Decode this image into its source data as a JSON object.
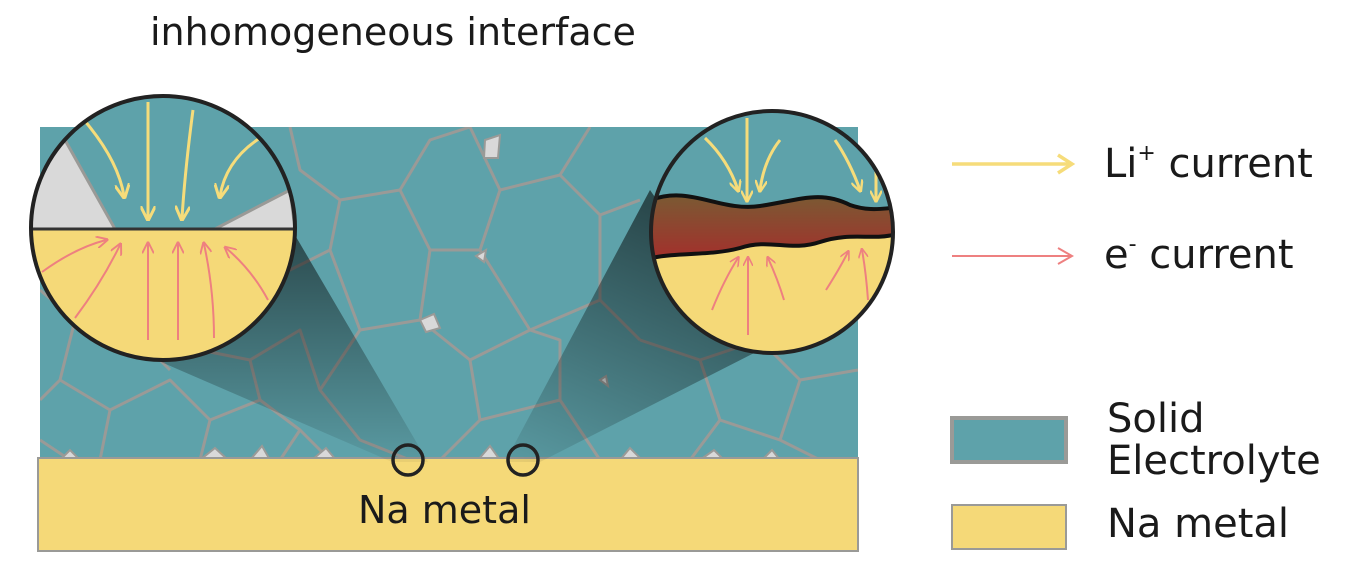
{
  "title": "inhomogeneous interface",
  "na_metal_label": "Na metal",
  "legend": {
    "li_current": {
      "prefix": "Li",
      "sup": "+",
      "suffix": " current"
    },
    "e_current": {
      "prefix": "e",
      "sup": "-",
      "suffix": " current"
    },
    "solid_electrolyte": {
      "line1": "Solid",
      "line2": "Electrolyte"
    },
    "na_metal": "Na metal"
  },
  "colors": {
    "electrolyte": "#5ea2aa",
    "grain_boundary": "#9a9a97",
    "na_metal": "#f5d978",
    "li_current_arrow": "#f6dc7a",
    "e_current_arrow": "#ee8080",
    "interphase_top": "#7a5a33",
    "interphase_bottom": "#a3302c",
    "void": "#d9d9d9",
    "outline": "#222222"
  }
}
